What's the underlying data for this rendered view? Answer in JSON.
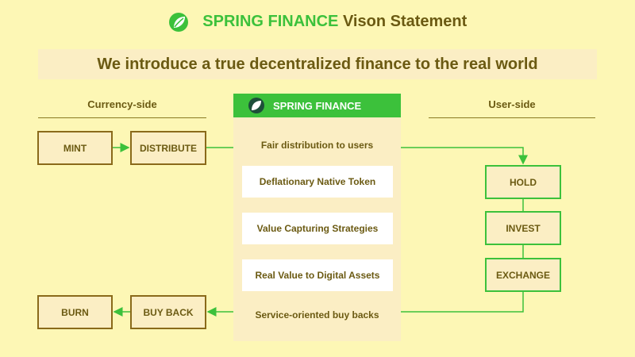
{
  "title": {
    "brand": "SPRING FINANCE",
    "rest": "Vison Statement"
  },
  "banner": "We introduce a true decentralized finance to the real world",
  "left_label": "Currency-side",
  "right_label": "User-side",
  "center": {
    "header": "SPRING FINANCE",
    "top_text": "Fair distribution to users",
    "boxes": [
      "Deflationary Native Token",
      "Value Capturing Strategies",
      "Real Value to Digital Assets"
    ],
    "bottom_text": "Service-oriented buy backs"
  },
  "left_boxes": {
    "mint": "MINT",
    "distribute": "DISTRIBUTE",
    "burn": "BURN",
    "buy_back": "BUY BACK"
  },
  "right_boxes": {
    "hold": "HOLD",
    "invest": "INVEST",
    "exchange": "EXCHANGE"
  },
  "colors": {
    "background": "#fdf7b5",
    "panel": "#fbeec4",
    "accent_green": "#3cc13b",
    "brown": "#6b5a12"
  }
}
